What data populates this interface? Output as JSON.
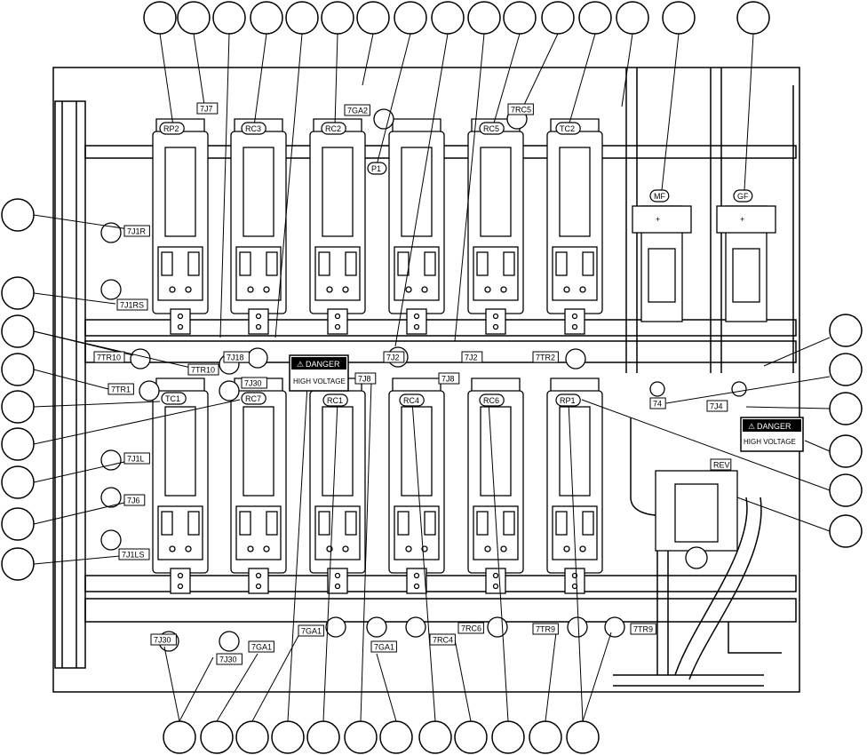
{
  "labels": {
    "7j7": "7J7",
    "7ga2": "7GA2",
    "7rc5": "7RC5",
    "7j1r": "7J1R",
    "7j1rs": "7J1RS",
    "7tr10_a": "7TR10",
    "7tr10_b": "7TR10",
    "7j18": "7J18",
    "7j2_a": "7J2",
    "7j2_b": "7J2",
    "7tr2": "7TR2",
    "7tr1": "7TR1",
    "7j30_a": "7J30",
    "7j8_a": "7J8",
    "7j8_b": "7J8",
    "74": "74",
    "7j4": "7J4",
    "7j1l": "7J1L",
    "7j6": "7J6",
    "7j1ls": "7J1LS",
    "7j30_b": "7J30",
    "7j30_c": "7J30",
    "7ga1_a": "7GA1",
    "7ga1_b": "7GA1",
    "7ga1_c": "7GA1",
    "7rc4": "7RC4",
    "7rc6": "7RC6",
    "7tr9_a": "7TR9",
    "7tr9_b": "7TR9",
    "rev": "REV"
  },
  "components": {
    "rp2": "RP2",
    "rc3": "RC3",
    "rc2": "RC2",
    "rc5": "RC5",
    "tc2": "TC2",
    "p1": "P1",
    "tc1": "TC1",
    "rc7": "RC7",
    "rc1": "RC1",
    "rc4": "RC4",
    "rc6": "RC6",
    "rp1": "RP1",
    "mf": "MF",
    "gf": "GF"
  },
  "signs": {
    "danger": "DANGER",
    "high_voltage": "HIGH VOLTAGE"
  },
  "icons": {
    "plus": "+"
  }
}
